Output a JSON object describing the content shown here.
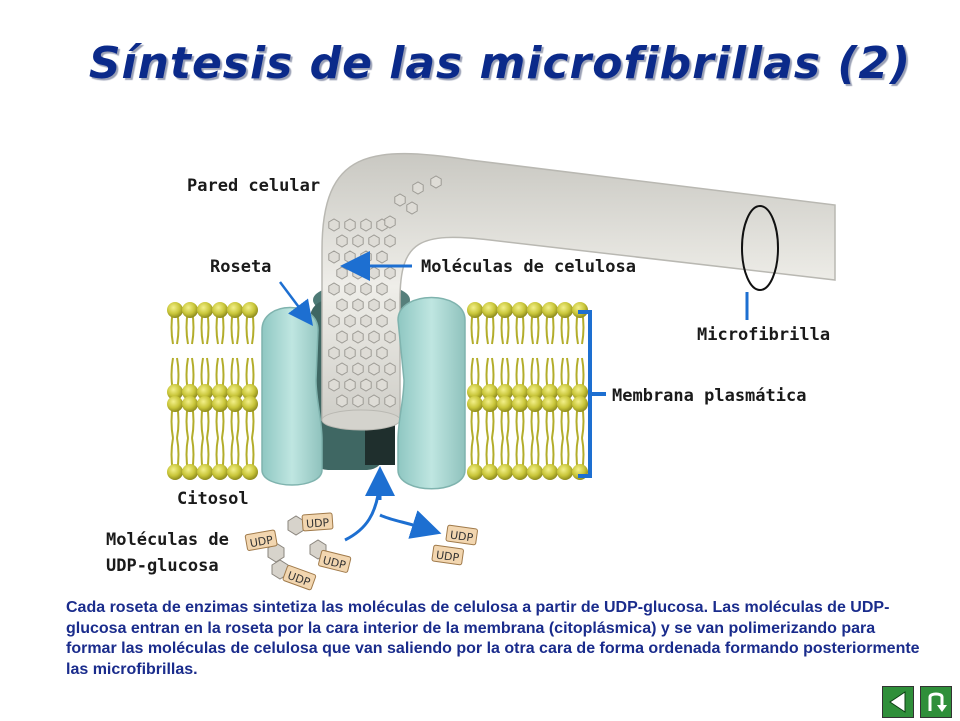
{
  "title": "Síntesis de las microfibrillas (2)",
  "labels": {
    "pared_celular": "Pared celular",
    "roseta": "Roseta",
    "moleculas_celulosa": "Moléculas de celulosa",
    "microfibrilla": "Microfibrilla",
    "membrana": "Membrana plasmática",
    "citosol": "Citosol",
    "udp_glucosa_line1": "Moléculas de",
    "udp_glucosa_line2": "UDP-glucosa"
  },
  "udp_tag": "UDP",
  "description": "Cada roseta de enzimas sintetiza las moléculas de celulosa a partir de UDP-glucosa. Las moléculas de UDP-glucosa entran en la roseta por la cara interior de la membrana (citoplásmica) y se van polimerizando para formar las moléculas de celulosa que van saliendo por la otra cara de forma ordenada formando posteriormente las microfibrillas.",
  "colors": {
    "title": "#0b2a8a",
    "arrow": "#1d6fd1",
    "lipid_head": "#c9c63a",
    "rosette": "#a9d9d4",
    "microfibril": "#e6e5e0",
    "text_body": "#1a2c8c"
  },
  "nav": {
    "back_icon": "back-triangle-icon",
    "return_icon": "return-arrow-icon"
  }
}
